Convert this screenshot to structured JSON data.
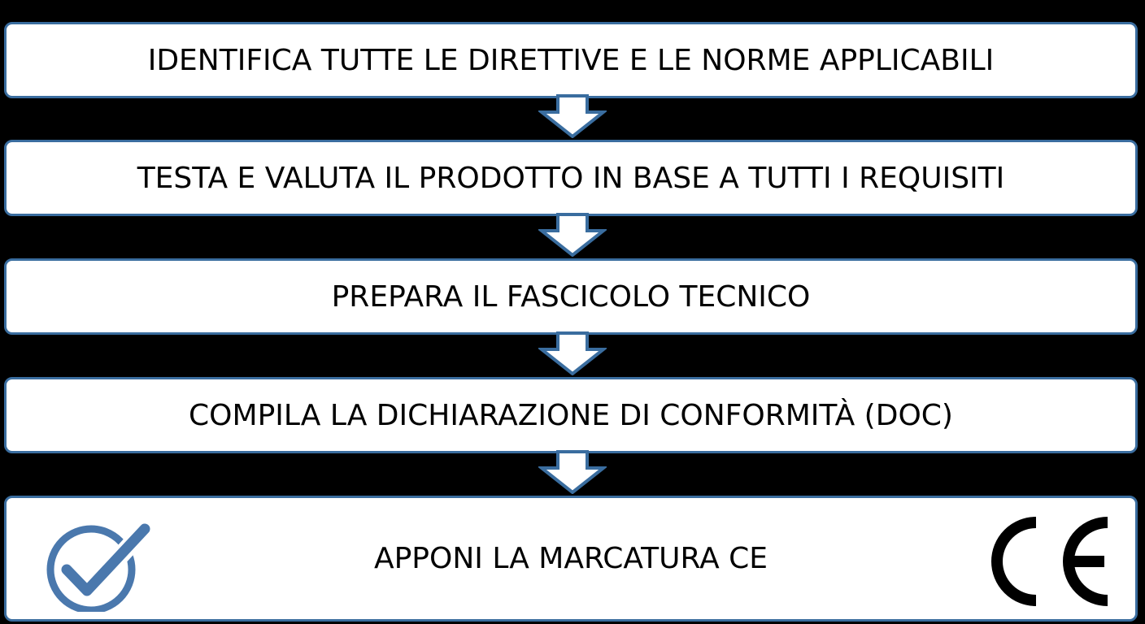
{
  "colors": {
    "background": "#000000",
    "box_fill": "#ffffff",
    "box_border": "#3a6d9f",
    "arrow_fill": "#ffffff",
    "arrow_outline": "#3a6d9f",
    "check_color": "#4a78ad",
    "ce_color": "#000000"
  },
  "steps": [
    {
      "label": "IDENTIFICA TUTTE LE DIRETTIVE E LE NORME APPLICABILI"
    },
    {
      "label": "TESTA E VALUTA IL PRODOTTO IN BASE A TUTTI I REQUISITI"
    },
    {
      "label": "PREPARA IL FASCICOLO TECNICO"
    },
    {
      "label": "COMPILA LA DICHIARAZIONE DI CONFORMITÀ (DOC)"
    },
    {
      "label": "APPONI LA MARCATURA CE"
    }
  ],
  "icons": {
    "final_left": "checkmark-circle-icon",
    "final_right": "ce-mark-icon",
    "connector": "down-arrow-icon"
  }
}
